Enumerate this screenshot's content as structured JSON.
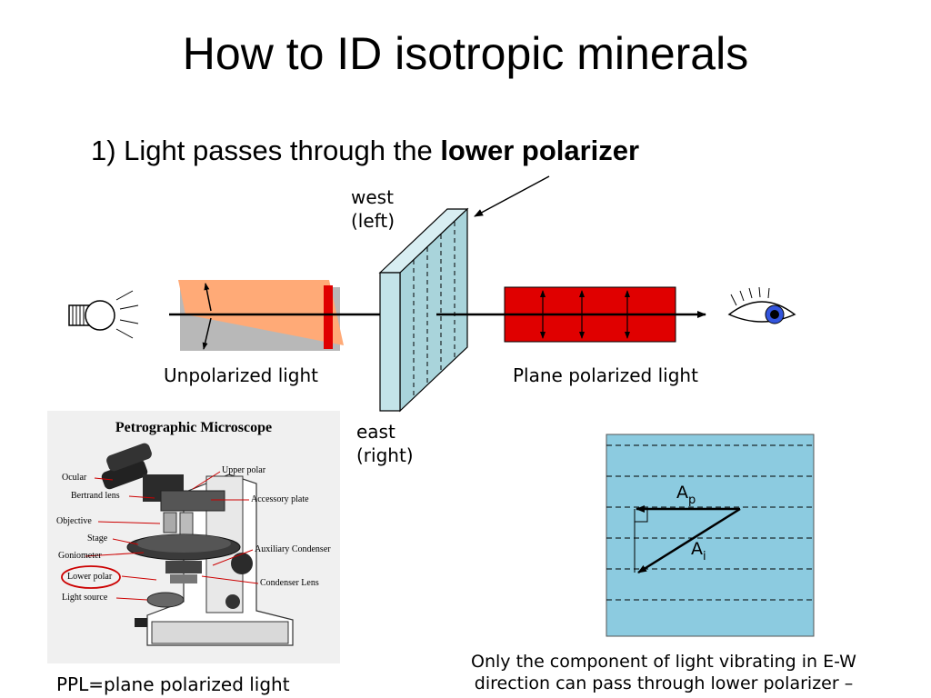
{
  "slide": {
    "title": "How to ID isotropic minerals",
    "subtitle_prefix": "1) Light passes through the ",
    "subtitle_bold": "lower polarizer"
  },
  "diagram": {
    "west_line1": "west",
    "west_line2": "(left)",
    "east_line1": "east",
    "east_line2": "(right)",
    "unpolarized_label": "Unpolarized light",
    "plane_polarized_label": "Plane polarized light",
    "vector_ap": "A",
    "vector_ap_sub": "p",
    "vector_ai": "A",
    "vector_ai_sub": "i"
  },
  "microscope": {
    "title": "Petrographic Microscope",
    "labels": {
      "ocular": "Ocular",
      "bertrand": "Bertrand lens",
      "objective": "Objective",
      "stage": "Stage",
      "goniometer": "Goniometer",
      "lower_polar": "Lower polar",
      "light_source": "Light source",
      "upper_polar": "Upper polar",
      "accessory_plate": "Accessory plate",
      "auxiliary_condenser": "Auxiliary Condenser",
      "condenser_lens": "Condenser Lens"
    }
  },
  "captions": {
    "ppl": "PPL=plane polarized light",
    "note_line1": "Only the component of light vibrating in E-W",
    "note_line2": "direction can pass through lower polarizer –"
  },
  "colors": {
    "polarizer_face": "#c3e3e8",
    "unpolarized_orange": "#ffaa77",
    "unpolarized_gray": "#b8b8b8",
    "polarized_red": "#e00000",
    "vector_box": "#8ccbe0",
    "eye_iris": "#3355dd"
  }
}
